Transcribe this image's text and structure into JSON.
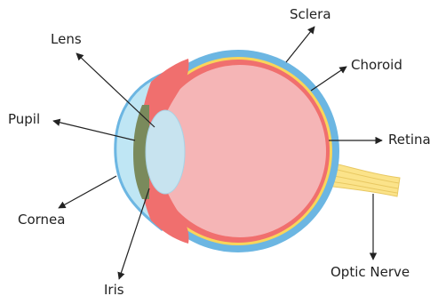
{
  "labels": {
    "lens": "Lens",
    "pupil": "Pupil",
    "cornea": "Cornea",
    "iris": "Iris",
    "sclera": "Sclera",
    "choroid": "Choroid",
    "retina": "Retina",
    "optic_nerve": "Optic Nerve"
  },
  "colors": {
    "sclera": "#6cb6e2",
    "choroid": "#f9d55a",
    "retina": "#f06f6e",
    "vitreous": "#f5b5b6",
    "lens": "#c7e3ef",
    "cornea": "#bfe6f4",
    "pupil": "#7a8a5c",
    "optic_nerve": "#fbe38a",
    "arrow": "#222222"
  }
}
